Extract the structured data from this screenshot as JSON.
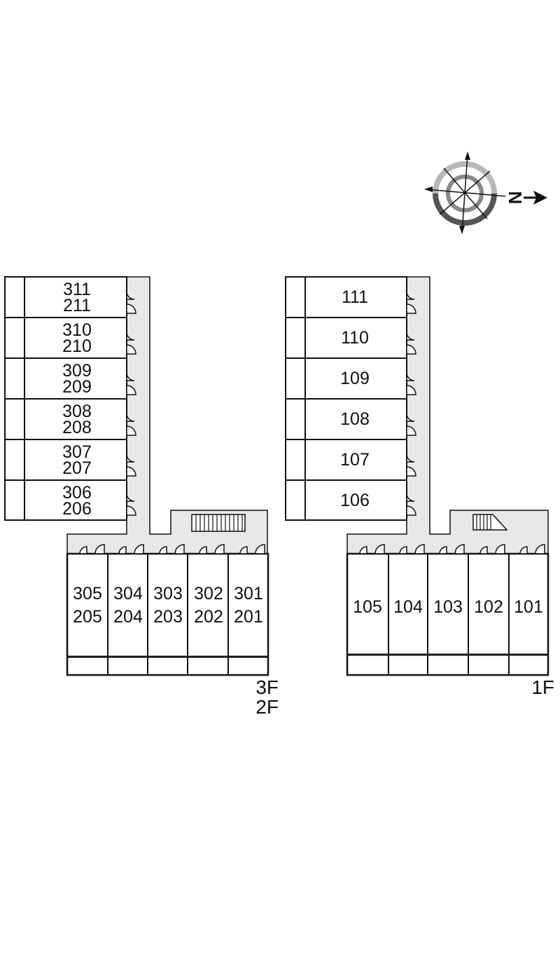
{
  "compass": {
    "north_label": "N",
    "icon": "compass-rose-icon"
  },
  "left_building": {
    "floor_labels": [
      "3F",
      "2F"
    ],
    "vertical_units": [
      {
        "upper": "311",
        "lower": "211"
      },
      {
        "upper": "310",
        "lower": "210"
      },
      {
        "upper": "309",
        "lower": "209"
      },
      {
        "upper": "308",
        "lower": "208"
      },
      {
        "upper": "307",
        "lower": "207"
      },
      {
        "upper": "306",
        "lower": "206"
      }
    ],
    "horizontal_units": [
      {
        "upper": "305",
        "lower": "205"
      },
      {
        "upper": "304",
        "lower": "204"
      },
      {
        "upper": "303",
        "lower": "203"
      },
      {
        "upper": "302",
        "lower": "202"
      },
      {
        "upper": "301",
        "lower": "201"
      }
    ]
  },
  "right_building": {
    "floor_labels": [
      "1F"
    ],
    "vertical_units": [
      "111",
      "110",
      "109",
      "108",
      "107",
      "106"
    ],
    "horizontal_units": [
      "105",
      "104",
      "103",
      "102",
      "101"
    ]
  },
  "colors": {
    "corridor": "#e8e8e8",
    "line": "#111111",
    "compass_ring": "#666666"
  }
}
